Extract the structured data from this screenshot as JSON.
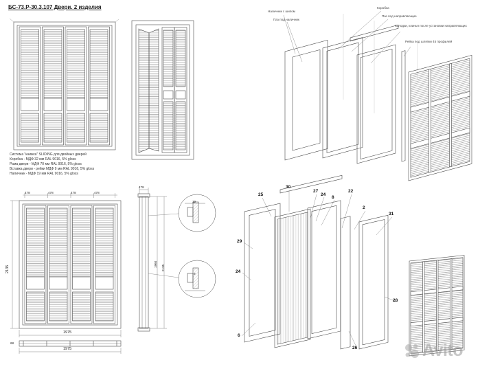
{
  "page": {
    "title": "БС-73.Р-30.3.107 Двери. 2 изделия",
    "watermark": "Avito"
  },
  "specs": {
    "line1": "Система \"книжка\" SLIDING для двойных дверей",
    "line2": "Коробка - МДФ 32 мм RAL 9016, 5% gloss",
    "line3": "Рама двери - МДФ 70 мм RAL 9016, 5% gloss",
    "line4": "Вставка двери - рейки МДФ 9 мм RAL 9016, 5% gloss",
    "line5": "Наличник - МДФ 19 мм RAL 9016, 5% gloss"
  },
  "labels": {
    "nalichnik_ship": "Наличник с шипом",
    "paz_nalichnik": "Паз под наличник",
    "korobka": "Коробка",
    "paz_napravl": "Паз под направляющие",
    "kolodki": "Колодки, клинья после установки направляющих",
    "reika": "Рейка под шляпки 45 профилей"
  },
  "dimensions": {
    "total_height": "2135",
    "total_width": "1975",
    "leaf_width": "478",
    "leaf_height": "1960",
    "detail_a": "19",
    "detail_b": "9",
    "plan_depth": "68"
  },
  "callouts": [
    "25",
    "30",
    "27",
    "24",
    "8",
    "22",
    "2",
    "31",
    "29",
    "24",
    "28",
    "6",
    "26"
  ]
}
